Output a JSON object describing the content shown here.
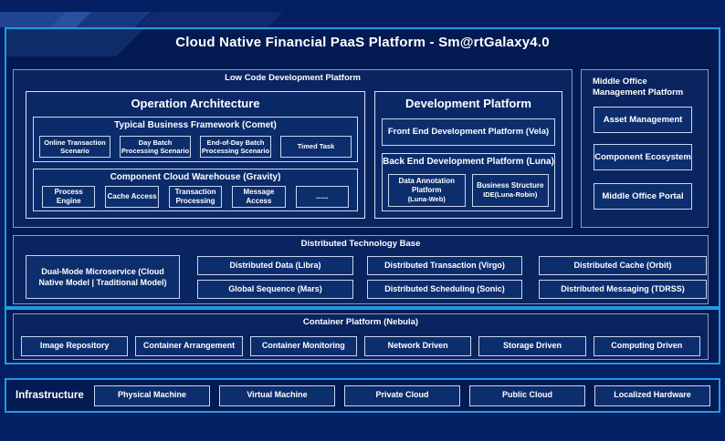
{
  "colors": {
    "accent_border": "#1E9CE4",
    "page_background": "#052062",
    "panel_background": "#041A52",
    "text": "#FFFFFF"
  },
  "title": "Cloud Native Financial PaaS Platform - Sm@rtGalaxy4.0",
  "low_code": {
    "label": "Low Code Development Platform",
    "operation_architecture": {
      "title": "Operation Architecture",
      "comet": {
        "title": "Typical Business Framework (Comet)",
        "items": [
          "Online Transaction Scenario",
          "Day Batch Processing Scenario",
          "End-of-Day Batch Processing Scenario",
          "Timed Task"
        ]
      },
      "gravity": {
        "title": "Component Cloud Warehouse (Gravity)",
        "items": [
          "Process Engine",
          "Cache Access",
          "Transaction Processing",
          "Message Access",
          "......"
        ]
      }
    },
    "development_platform": {
      "title": "Development Platform",
      "front_end": "Front End Development Platform (Vela)",
      "back_end": {
        "title": "Back End Development Platform (Luna)",
        "items": [
          {
            "line1": "Data Annotation Platform",
            "line2": "(Luna-Web)"
          },
          {
            "line1": "Business Structure",
            "line2": "IDE(Luna-Robin)"
          }
        ]
      }
    }
  },
  "middle_office": {
    "label": "Middle Office Management Platform",
    "items": [
      "Asset Management",
      "Component Ecosystem",
      "Middle Office Portal"
    ]
  },
  "distributed": {
    "label": "Distributed Technology Base",
    "dual_mode": "Dual-Mode Microservice (Cloud Native Model | Traditional Model)",
    "grid": [
      "Distributed Data (Libra)",
      "Global Sequence (Mars)",
      "Distributed Transaction (Virgo)",
      "Distributed Scheduling (Sonic)",
      "Distributed Cache (Orbit)",
      "Distributed Messaging (TDRSS)"
    ]
  },
  "container_platform": {
    "label": "Container Platform (Nebula)",
    "items": [
      "Image Repository",
      "Container Arrangement",
      "Container Monitoring",
      "Network Driven",
      "Storage Driven",
      "Computing Driven"
    ]
  },
  "infrastructure": {
    "label": "Infrastructure",
    "items": [
      "Physical Machine",
      "Virtual Machine",
      "Private Cloud",
      "Public Cloud",
      "Localized Hardware"
    ]
  }
}
